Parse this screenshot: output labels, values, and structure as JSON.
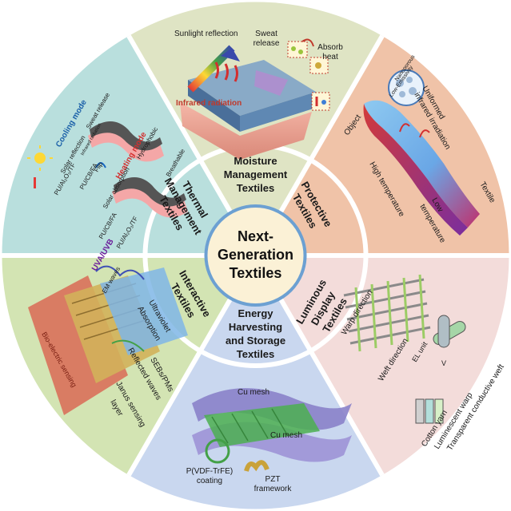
{
  "center": {
    "line1": "Next-",
    "line2": "Generation",
    "line3": "Textiles"
  },
  "colors": {
    "moisture": "#dfe4c4",
    "protective": "#f0c3a8",
    "luminous": "#f3dcda",
    "energy": "#c9d7ef",
    "interactive": "#d3e4b3",
    "thermal": "#b9dfdd",
    "center_fill": "#fbf1d6",
    "center_ring": "#6ca0d2"
  },
  "sectors": {
    "moisture": {
      "label_lines": [
        "Moisture",
        "Management",
        "Textiles"
      ],
      "annotations": {
        "sunlight": "Sunlight reflection",
        "sweat_1": "Sweat",
        "sweat_2": "release",
        "absorb_1": "Absorb",
        "absorb_2": "heat",
        "infrared": "Infrared radiation"
      }
    },
    "protective": {
      "label_lines": [
        "Protective",
        "Textiles"
      ],
      "annotations": {
        "object": "Object",
        "uniformed": "Uniformed",
        "infrared_irr": "infrared irradiation",
        "high_temp": "High temperature",
        "low": "Low",
        "temperature": "temperature",
        "textile": "Textile",
        "low_emissivity": "Low-Emissivity",
        "nanoporous": "Nanoporous"
      }
    },
    "luminous": {
      "label_lines": [
        "Luminous",
        "Display",
        "Textiles"
      ],
      "annotations": {
        "warp_direction": "Warp direction",
        "weft_direction": "Weft direction",
        "el_unit": "EL unit",
        "v_label": "V",
        "cotton_yarn": "Cotton yarn",
        "luminescent_warp": "Luminescent warp",
        "transparent_weft": "Transparent conductive weft"
      }
    },
    "energy": {
      "label_lines": [
        "Energy",
        "Harvesting",
        "and Storage",
        "Textiles"
      ],
      "annotations": {
        "cu_mesh_top": "Cu mesh",
        "cu_mesh_bottom": "Cu mesh",
        "pvdf_1": "P(VDF-TrFE)",
        "pvdf_2": "coating",
        "pzt_1": "PZT",
        "pzt_2": "framework"
      }
    },
    "interactive": {
      "label_lines": [
        "Interactive",
        "Textiles"
      ],
      "annotations": {
        "uva_uvb": "UVA/UVB",
        "ultraviolet": "Ultraviolet",
        "absorption": "Absorption",
        "em_waves": "EM waves",
        "bio_sensing": "Bio-electric sensing",
        "reflected_waves": "Reflected waves",
        "sebs": "SEBs/PMs",
        "janus_1": "Janus sensing",
        "janus_2": "layer"
      }
    },
    "thermal": {
      "label_lines": [
        "Thermal",
        "Management",
        "Textiles"
      ],
      "annotations": {
        "cooling_mode": "Cooling mode",
        "solar_reflection": "Solar reflection",
        "sweat_release": "Sweat release",
        "infrared_radiation": "Infrared radiation",
        "pu_al_tf_1": "PU/Al₂O₃/TF",
        "pu_cb_fa_1": "PU/CB/FA",
        "flip": "Flip",
        "heating_mode": "Heating mode",
        "hydrophobic": "Hydrophobic",
        "breathable": "Breathable",
        "solar_absorption": "Solar absorption",
        "pu_cb_fa_2": "PU/CB/FA",
        "pu_al_tf_2": "PU/Al₂O₃/TF"
      }
    }
  }
}
